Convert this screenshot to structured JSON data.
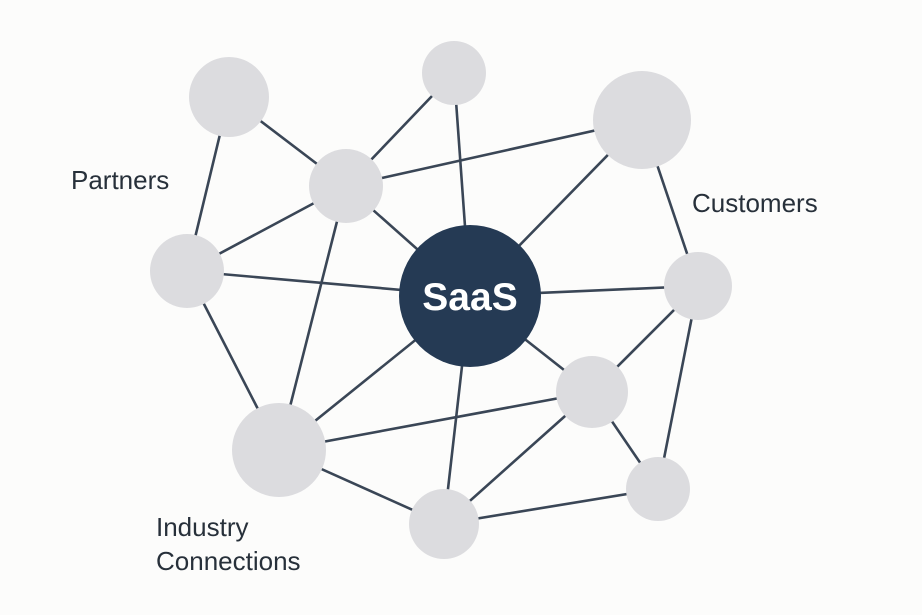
{
  "diagram": {
    "type": "network",
    "center": {
      "id": "saas",
      "label": "SaaS"
    },
    "groups": [
      {
        "id": "partners",
        "lines": [
          "Partners"
        ]
      },
      {
        "id": "customers",
        "lines": [
          "Customers"
        ]
      },
      {
        "id": "industry",
        "lines": [
          "Industry",
          "Connections"
        ]
      }
    ],
    "nodes": [
      "a",
      "b",
      "c",
      "d",
      "e",
      "f",
      "g",
      "h",
      "i",
      "j"
    ],
    "edges": [
      [
        "a",
        "b"
      ],
      [
        "a",
        "e"
      ],
      [
        "b",
        "c"
      ],
      [
        "b",
        "e"
      ],
      [
        "b",
        "saas"
      ],
      [
        "b",
        "d"
      ],
      [
        "b",
        "i"
      ],
      [
        "c",
        "saas"
      ],
      [
        "d",
        "saas"
      ],
      [
        "d",
        "f"
      ],
      [
        "e",
        "saas"
      ],
      [
        "e",
        "i"
      ],
      [
        "saas",
        "f"
      ],
      [
        "saas",
        "i"
      ],
      [
        "saas",
        "j"
      ],
      [
        "saas",
        "g"
      ],
      [
        "f",
        "g"
      ],
      [
        "f",
        "h"
      ],
      [
        "g",
        "i"
      ],
      [
        "g",
        "j"
      ],
      [
        "g",
        "h"
      ],
      [
        "i",
        "j"
      ],
      [
        "j",
        "h"
      ]
    ],
    "colors": {
      "background": "#fcfcfb",
      "node": "#dcdcdf",
      "center": "#253a54",
      "edge": "#3a4656",
      "label": "#27303a"
    }
  }
}
